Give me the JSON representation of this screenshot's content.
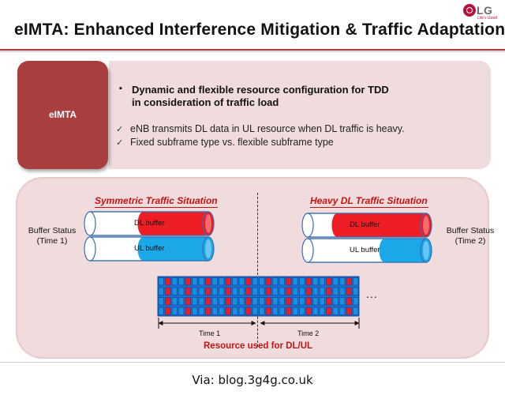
{
  "header": {
    "title": "eIMTA: Enhanced Interference Mitigation & Traffic Adaptation",
    "logo_text": "LG",
    "logo_tagline": "Life's Good",
    "accent_color": "#a83e3e"
  },
  "feature_card": {
    "label": "eIMTA",
    "main_point_line1": "Dynamic and flexible resource configuration for TDD",
    "main_point_line2": "in consideration of  traffic load",
    "sub_points": [
      "eNB transmits DL data in UL resource when DL traffic is heavy.",
      "Fixed subframe type vs. flexible subframe type"
    ]
  },
  "diagram": {
    "left_title": "Symmetric Traffic Situation",
    "right_title": "Heavy DL Traffic Situation",
    "left_status_line1": "Buffer Status",
    "left_status_line2": "(Time 1)",
    "right_status_line1": "Buffer Status",
    "right_status_line2": "(Time 2)",
    "dl_buffer_label": "DL buffer",
    "ul_buffer_label": "UL buffer",
    "time1_label": "Time 1",
    "time2_label": "Time 2",
    "ellipsis": "...",
    "resource_caption": "Resource used for DL/UL",
    "dl_color": "#ee1c24",
    "ul_color": "#1e88e5",
    "time1_dl_fill": 0.55,
    "time1_ul_fill": 0.55,
    "time2_dl_fill": 0.75,
    "time2_ul_fill": 0.35
  },
  "footer": {
    "via": "Via: blog.3g4g.co.uk"
  }
}
